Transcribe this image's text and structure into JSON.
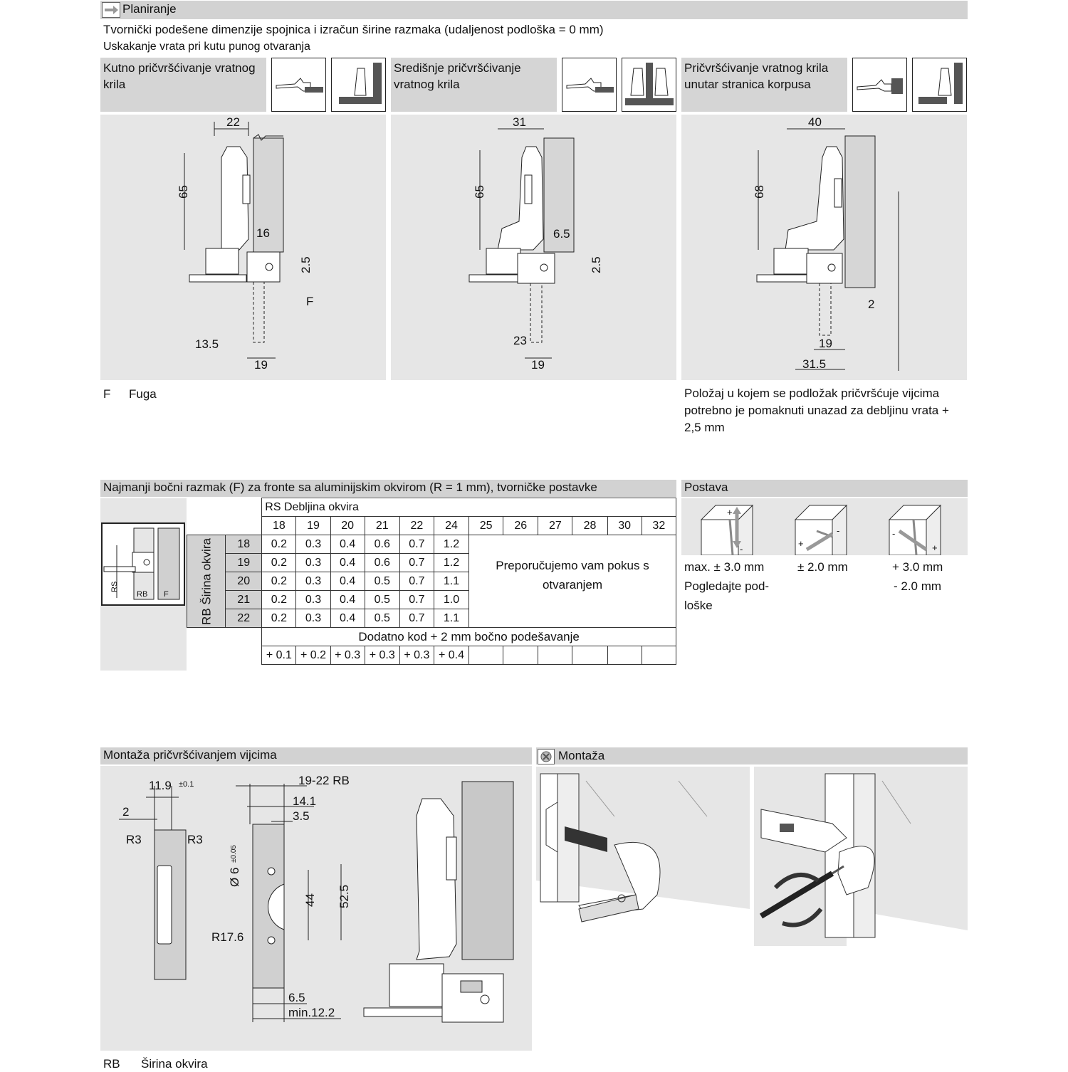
{
  "planning": {
    "title": "Planiranje",
    "subtitle": "Tvornički podešene dimenzije spojnica i izračun širine razmaka (udaljenost podloška = 0 mm)",
    "subheading": "Uskakanje vrata pri kutu punog otvaranja",
    "columns": [
      {
        "label": "Kutno pričvršćivanje vratnog krila",
        "dims": {
          "top": "22",
          "height": "65",
          "gap": "16",
          "offset": "2.5",
          "f": "F",
          "a": "13.5",
          "b": "19"
        }
      },
      {
        "label": "Središnje pričvršćivanje vratnog krila",
        "dims": {
          "top": "31",
          "height": "65",
          "gap": "6.5",
          "offset": "2.5",
          "a": "23",
          "b": "19"
        }
      },
      {
        "label": "Pričvršćivanje vratnog krila unutar stranica korpusa",
        "dims": {
          "top": "40",
          "height": "68",
          "gap": "2",
          "a": "19",
          "b": "31.5"
        }
      }
    ],
    "legend_key": "F",
    "legend_text": "Fuga",
    "note": "Položaj u kojem se podložak pričvršćuje vijcima potrebno je pomaknuti unazad za debljinu vrata + 2,5 mm"
  },
  "table": {
    "title": "Najmanji bočni razmak (F) za fronte sa aluminijskim okvirom (R = 1 mm), tvorničke postavke",
    "diagram_labels": [
      "RS",
      "RB",
      "F"
    ],
    "rs_header": "RS Debljina okvira",
    "rs_values": [
      "18",
      "19",
      "20",
      "21",
      "22",
      "24",
      "25",
      "26",
      "27",
      "28",
      "30",
      "32"
    ],
    "rb_header": "RB Širina okvira",
    "rows": [
      {
        "rb": "18",
        "values": [
          "0.2",
          "0.3",
          "0.4",
          "0.6",
          "0.7",
          "1.2"
        ]
      },
      {
        "rb": "19",
        "values": [
          "0.2",
          "0.3",
          "0.4",
          "0.6",
          "0.7",
          "1.2"
        ]
      },
      {
        "rb": "20",
        "values": [
          "0.2",
          "0.3",
          "0.4",
          "0.5",
          "0.7",
          "1.1"
        ]
      },
      {
        "rb": "21",
        "values": [
          "0.2",
          "0.3",
          "0.4",
          "0.5",
          "0.7",
          "1.0"
        ]
      },
      {
        "rb": "22",
        "values": [
          "0.2",
          "0.3",
          "0.4",
          "0.5",
          "0.7",
          "1.1"
        ]
      }
    ],
    "recommend": "Preporučujemo vam pokus s otvaranjem",
    "extra_header": "Dodatno kod + 2 mm bočno podešavanje",
    "extra_values": [
      "+ 0.1",
      "+ 0.2",
      "+ 0.3",
      "+ 0.3",
      "+ 0.3",
      "+ 0.4"
    ]
  },
  "setup": {
    "title": "Postava",
    "col1": [
      "max. ± 3.0 mm",
      "Pogledajte pod-",
      "loške"
    ],
    "col2": "± 2.0 mm",
    "col3": [
      "+ 3.0 mm",
      "- 2.0 mm"
    ],
    "signs": {
      "plus": "+",
      "minus": "-"
    }
  },
  "mounting_screws": {
    "title": "Montaža pričvršćivanjem vijcima",
    "dims": {
      "w": "11.9",
      "w_tol": "±0.1",
      "two": "2",
      "r3": "R3",
      "rb": "19-22 RB",
      "d141": "14.1",
      "d35": "3.5",
      "dia": "Ø 6",
      "dia_tol": "±0.05",
      "d44": "44",
      "d525": "52.5",
      "r176": "R17.6",
      "d65": "6.5",
      "min": "min.12.2"
    },
    "legend_key": "RB",
    "legend_text": "Širina okvira"
  },
  "montage": {
    "title": "Montaža"
  }
}
